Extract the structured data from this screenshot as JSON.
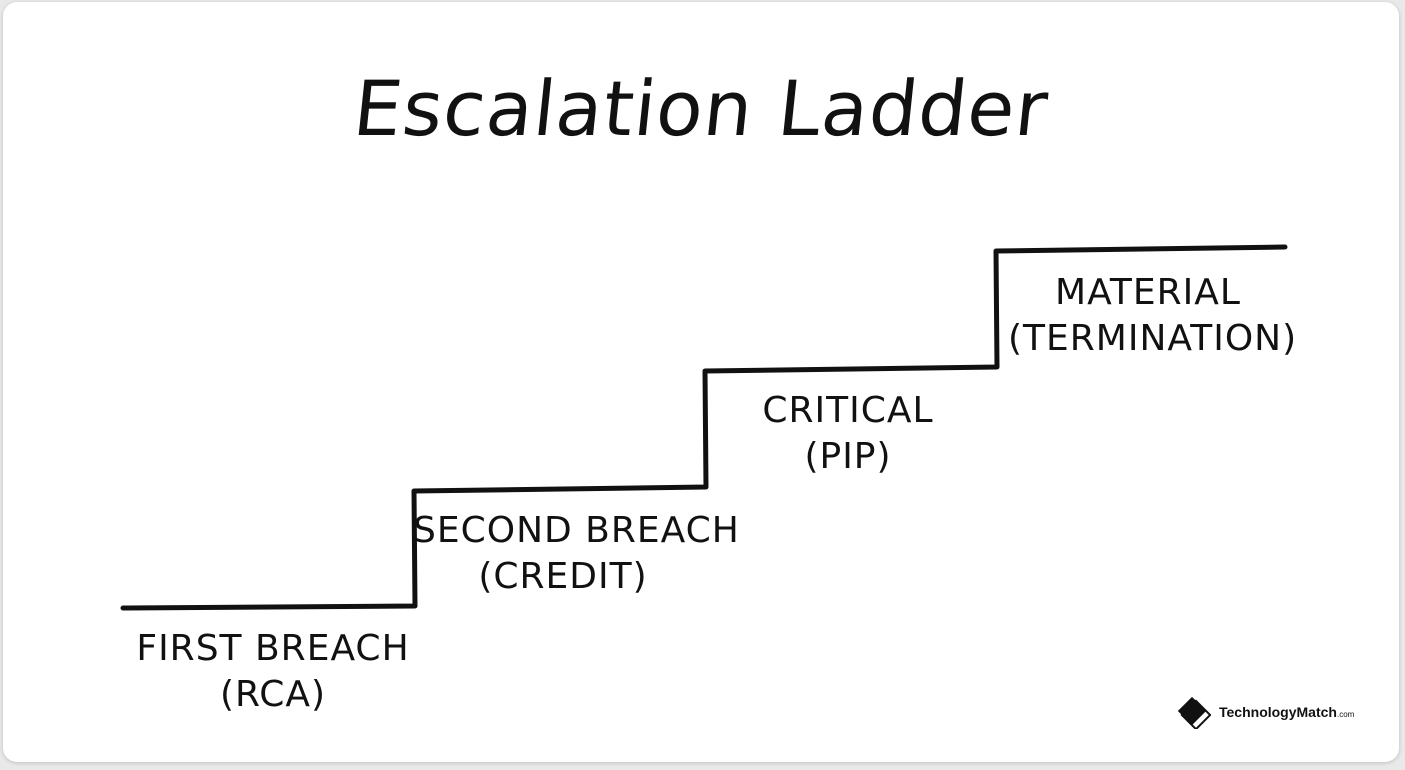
{
  "title": "Escalation Ladder",
  "steps": [
    {
      "name": "FIRST BREACH",
      "action": "(RCA)"
    },
    {
      "name": "SECOND BREACH",
      "action": "(CREDIT)"
    },
    {
      "name": "CRITICAL",
      "action": "(PIP)"
    },
    {
      "name": "MATERIAL",
      "action": "(TERMINATION)"
    }
  ],
  "brand": {
    "name": "TechnologyMatch",
    "suffix": ".com",
    "logo": "diamond-logo-icon"
  },
  "colors": {
    "ink": "#111111",
    "background": "#ffffff"
  }
}
